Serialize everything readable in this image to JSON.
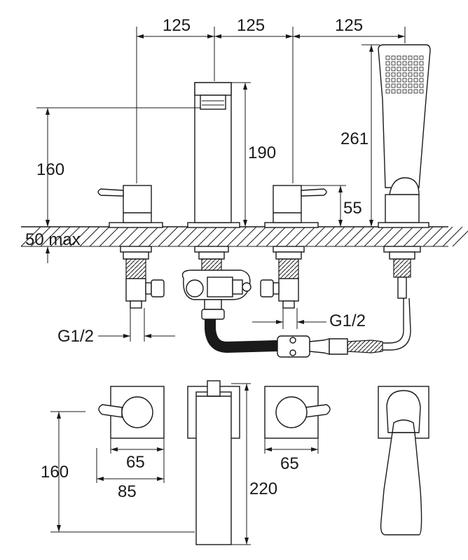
{
  "dimensions": {
    "spacing_1": "125",
    "spacing_2": "125",
    "spacing_3": "125",
    "spout_height": "190",
    "handle_height": "160",
    "handshower_height": "261",
    "handle_body": "55",
    "deck_thickness": "50 max",
    "thread_left": "G1/2",
    "thread_right": "G1/2",
    "plate_inner_left": "65",
    "plate_outer_left": "85",
    "plate_inner_right": "65",
    "plan_depth": "160",
    "spout_length": "220"
  }
}
